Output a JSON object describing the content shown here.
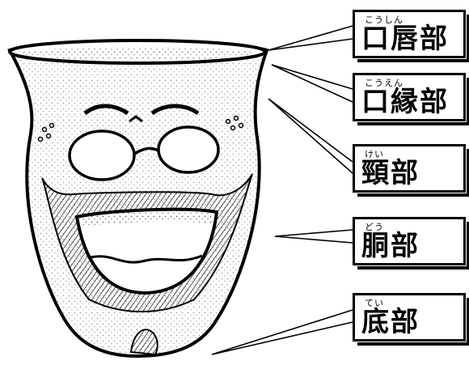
{
  "labels": [
    {
      "ruby": "こうしん",
      "term": "口唇部"
    },
    {
      "ruby": "こうえん",
      "term": "口縁部"
    },
    {
      "ruby": "けい",
      "term": "頸部"
    },
    {
      "ruby": "どう",
      "term": "胴部"
    },
    {
      "ruby": "てい",
      "term": "底部"
    }
  ],
  "colors": {
    "ink": "#000000",
    "paper": "#ffffff"
  }
}
